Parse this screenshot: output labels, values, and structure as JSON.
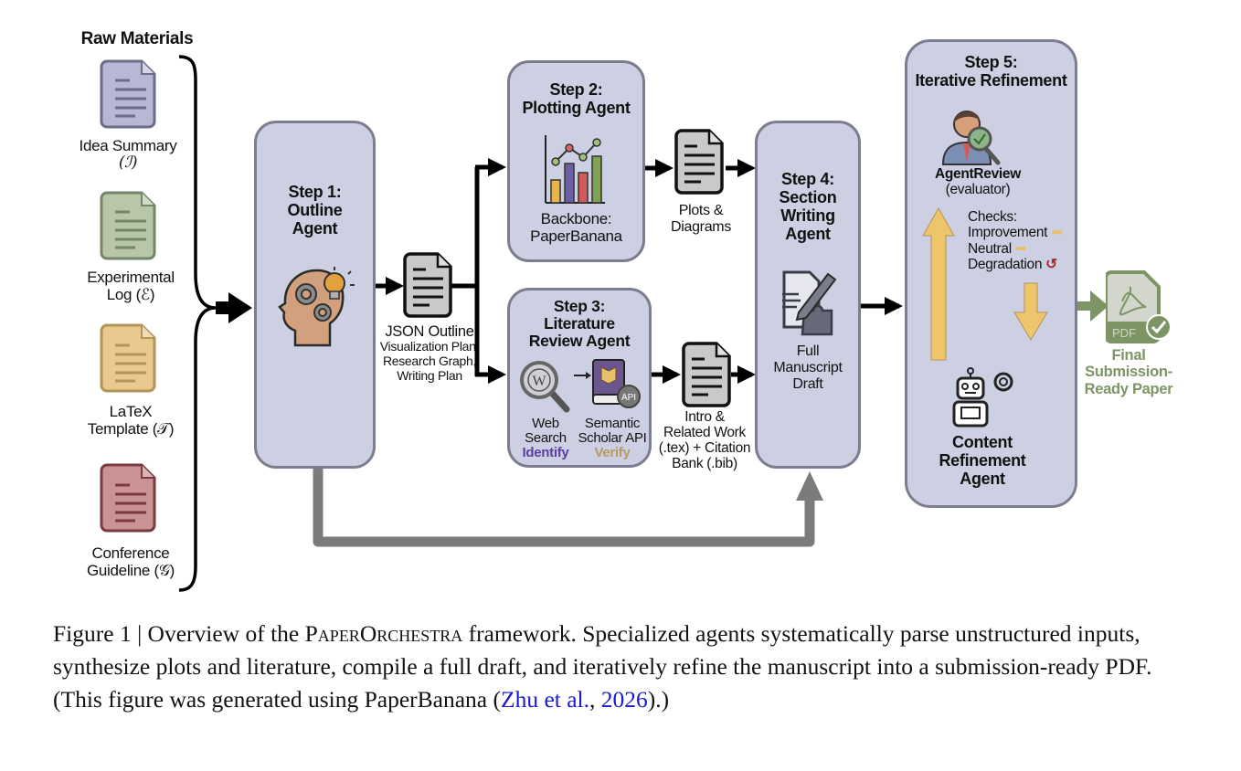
{
  "raw_materials": {
    "title": "Raw Materials",
    "items": [
      {
        "label_line1": "Idea Summary",
        "label_line2": "(ℐ)",
        "color": "#b8b8d4",
        "stroke": "#6d6d8a"
      },
      {
        "label_line1": "Experimental",
        "label_line2": "Log (ℰ)",
        "color": "#b7c7a8",
        "stroke": "#76866a"
      },
      {
        "label_line1": "LaTeX",
        "label_line2": "Template (𝒯)",
        "color": "#e9c98e",
        "stroke": "#b4945a"
      },
      {
        "label_line1": "Conference",
        "label_line2": "Guideline (𝒢)",
        "color": "#c99295",
        "stroke": "#7a3a40"
      }
    ]
  },
  "step1": {
    "title_lines": [
      "Step 1:",
      "Outline",
      "Agent"
    ],
    "icon": "head-gears-lightbulb-icon"
  },
  "json_outline": {
    "title": "JSON Outline",
    "lines": [
      "Visualization Plan,",
      "Research Graph,",
      "Writing Plan"
    ]
  },
  "step2": {
    "title_lines": [
      "Step 2:",
      "Plotting Agent"
    ],
    "sub_lines": [
      "Backbone:",
      "PaperBanana"
    ],
    "icon": "bar-line-chart-icon",
    "bar_colors": [
      "#e8b54a",
      "#6a5fa6",
      "#d45a5a",
      "#7ea24f"
    ]
  },
  "plots_output": {
    "lines": [
      "Plots &",
      "Diagrams"
    ]
  },
  "step3": {
    "title_lines": [
      "Step 3:",
      "Literature",
      "Review Agent"
    ],
    "web": {
      "lines": [
        "Web",
        "Search"
      ],
      "tag": "Identify",
      "tag_color": "#5b3fa0"
    },
    "api": {
      "lines": [
        "Semantic",
        "Scholar API"
      ],
      "tag": "Verify",
      "tag_color": "#b59a62",
      "badge": "API"
    }
  },
  "lit_output": {
    "lines": [
      "Intro &",
      "Related Work",
      "(.tex) + Citation",
      "Bank (.bib)"
    ]
  },
  "step4": {
    "title_lines": [
      "Step 4:",
      "Section",
      "Writing",
      "Agent"
    ],
    "sub_lines": [
      "Full",
      "Manuscript",
      "Draft"
    ],
    "icon": "document-pencil-puzzle-icon"
  },
  "step5": {
    "title_lines": [
      "Step 5:",
      "Iterative Refinement"
    ],
    "reviewer": {
      "name": "AgentReview",
      "role": "(evaluator)"
    },
    "checks": {
      "title": "Checks:",
      "items": [
        "Improvement",
        "Neutral",
        "Degradation"
      ]
    },
    "refiner_lines": [
      "Content",
      "Refinement",
      "Agent"
    ]
  },
  "final": {
    "lines": [
      "Final",
      "Submission-",
      "Ready Paper"
    ],
    "pdf_label": "PDF",
    "color": "#7d9564"
  },
  "caption": {
    "prefix": "Figure 1 | Overview of the ",
    "name": "PaperOrchestra",
    "body": " framework. Specialized agents systematically parse unstructured inputs, synthesize plots and literature, compile a full draft, and iteratively refine the manuscript into a submission-ready PDF. (This figure was generated using PaperBanana (",
    "cite_text": "Zhu et al.",
    "cite_sep": ", ",
    "cite_year": "2026",
    "suffix": ").)"
  }
}
